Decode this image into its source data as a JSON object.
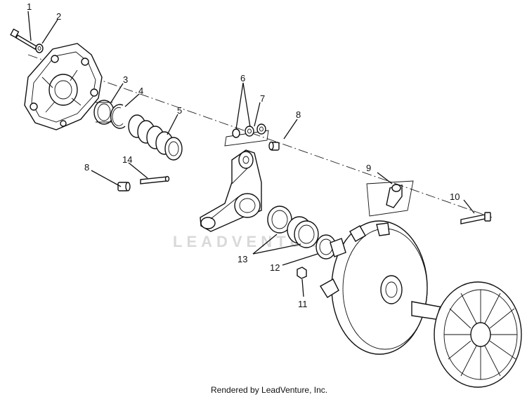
{
  "diagram": {
    "callouts": [
      "1",
      "2",
      "3",
      "4",
      "5",
      "6",
      "7",
      "8",
      "8",
      "9",
      "10",
      "11",
      "12",
      "13",
      "14"
    ],
    "watermark": "LEADVENTURE",
    "footer": "Rendered by LeadVenture, Inc."
  }
}
